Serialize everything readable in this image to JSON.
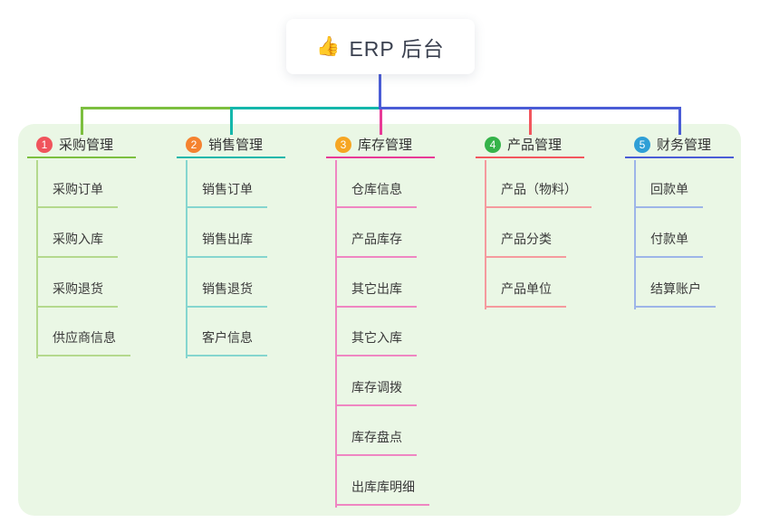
{
  "root": {
    "icon": "👍",
    "title": "ERP 后台"
  },
  "colors": {
    "panel_bg": "#eaf7e5",
    "root_line": "#4a5cd6",
    "text_dark": "#3b4150"
  },
  "branches": [
    {
      "num": "1",
      "label": "采购管理",
      "badge_color": "#f0545c",
      "line_color": "#7cbf3f",
      "pale_color": "#b4d98d",
      "children": [
        "采购订单",
        "采购入库",
        "采购退货",
        "供应商信息"
      ]
    },
    {
      "num": "2",
      "label": "销售管理",
      "badge_color": "#f5822f",
      "line_color": "#14b7ab",
      "pale_color": "#85d6cf",
      "children": [
        "销售订单",
        "销售出库",
        "销售退货",
        "客户信息"
      ]
    },
    {
      "num": "3",
      "label": "库存管理",
      "badge_color": "#f6a623",
      "line_color": "#e83a96",
      "pale_color": "#ef86c2",
      "children": [
        "仓库信息",
        "产品库存",
        "其它出库",
        "其它入库",
        "库存调拨",
        "库存盘点",
        "出库库明细"
      ]
    },
    {
      "num": "4",
      "label": "产品管理",
      "badge_color": "#35b34a",
      "line_color": "#f2565e",
      "pale_color": "#f59a9e",
      "children": [
        "产品（物料）",
        "产品分类",
        "产品单位"
      ]
    },
    {
      "num": "5",
      "label": "财务管理",
      "badge_color": "#2f9fd6",
      "line_color": "#4a5cd6",
      "pale_color": "#9db5e8",
      "children": [
        "回款单",
        "付款单",
        "结算账户"
      ]
    }
  ]
}
